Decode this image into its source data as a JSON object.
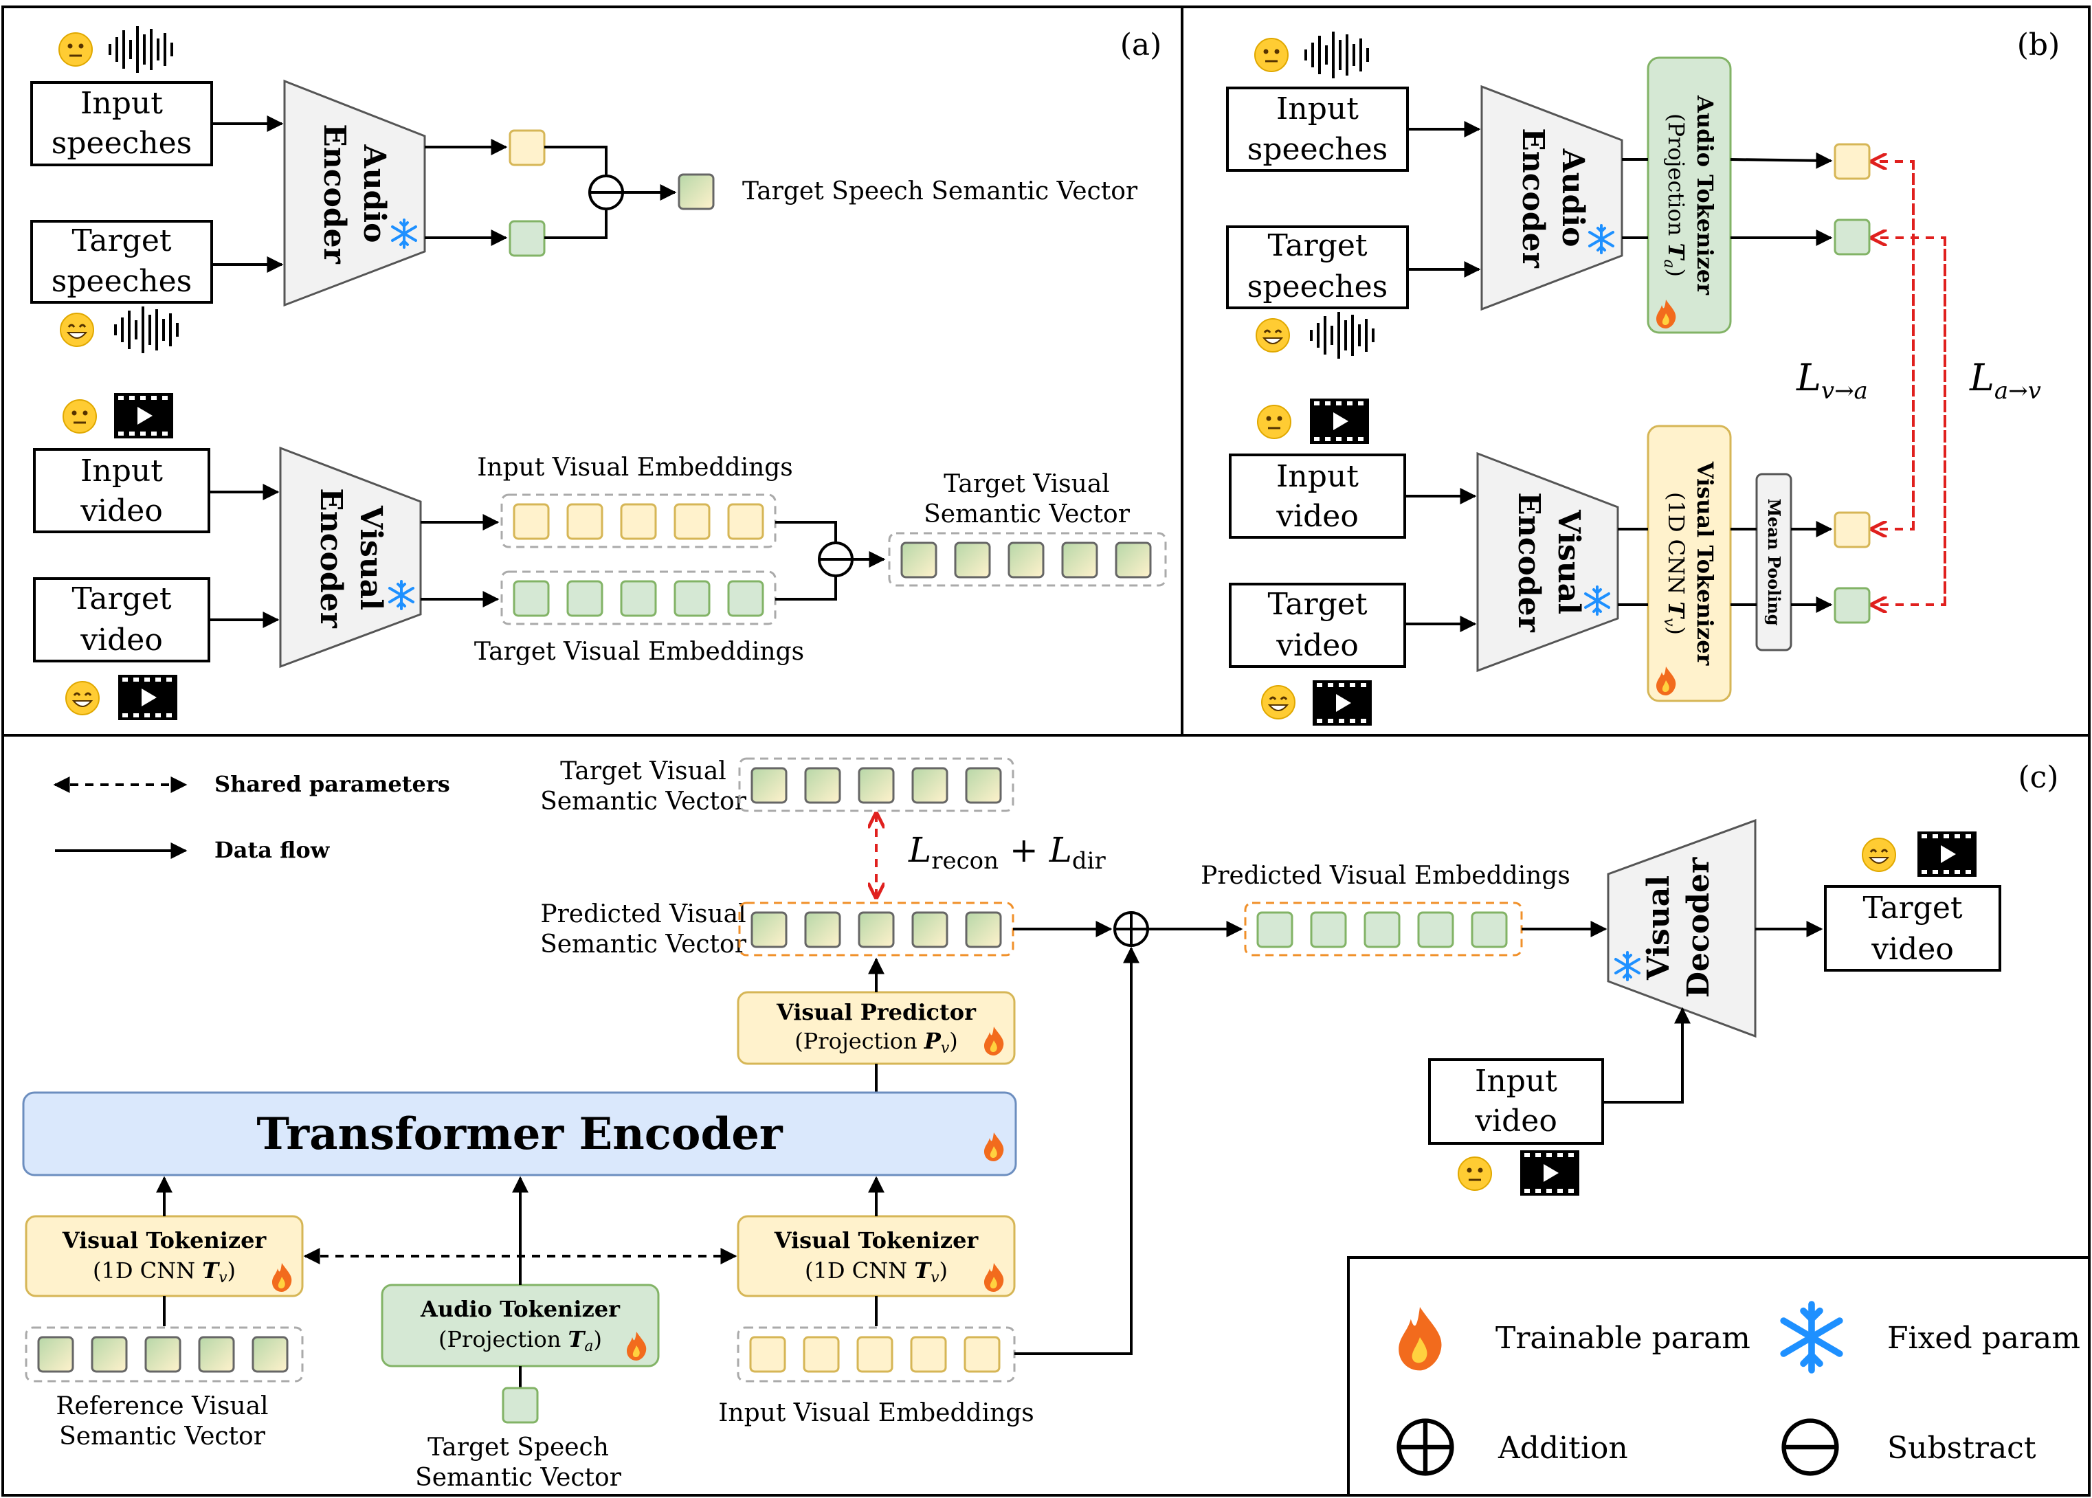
{
  "panels": {
    "a": "(a)",
    "b": "(b)",
    "c": "(c)"
  },
  "labels": {
    "input_speeches": [
      "Input",
      "speeches"
    ],
    "target_speeches": [
      "Target",
      "speeches"
    ],
    "input_video": [
      "Input",
      "video"
    ],
    "target_video": [
      "Target",
      "video"
    ],
    "audio_encoder": [
      "Audio",
      "Encoder"
    ],
    "visual_encoder": [
      "Visual",
      "Encoder"
    ],
    "visual_decoder": [
      "Visual",
      "Decoder"
    ],
    "target_speech_semantic_vector": "Target Speech Semantic Vector",
    "target_speech_semantic_vector_2": [
      "Target Speech",
      "Semantic Vector"
    ],
    "input_visual_embeddings": "Input Visual Embeddings",
    "target_visual_embeddings": "Target Visual Embeddings",
    "target_visual_semantic_vector": [
      "Target Visual",
      "Semantic Vector"
    ],
    "predicted_visual_semantic_vector": [
      "Predicted Visual",
      "Semantic Vector"
    ],
    "predicted_visual_embeddings": "Predicted Visual Embeddings",
    "reference_visual_semantic_vector": [
      "Reference Visual",
      "Semantic Vector"
    ],
    "audio_tokenizer": "Audio Tokenizer",
    "audio_tokenizer_sub_prefix": "(Projection ",
    "audio_tokenizer_sub_var": "T",
    "audio_tokenizer_sub_idx": "a",
    "visual_tokenizer": "Visual Tokenizer",
    "visual_tokenizer_sub_prefix": "(1D CNN ",
    "visual_tokenizer_sub_var": "T",
    "visual_tokenizer_sub_idx": "v",
    "mean_pooling": "Mean Pooling",
    "visual_predictor": "Visual Predictor",
    "visual_predictor_sub_prefix": "(Projection ",
    "visual_predictor_sub_var": "P",
    "visual_predictor_sub_idx": "v",
    "transformer_encoder": "Transformer Encoder",
    "shared_parameters": "Shared parameters",
    "data_flow": "Data flow",
    "loss_v_a": {
      "L": "L",
      "sub": "v→a"
    },
    "loss_a_v": {
      "L": "L",
      "sub": "a→v"
    },
    "loss_recon": {
      "L1": "L",
      "sub1": "recon",
      "plus": " + ",
      "L2": "L",
      "sub2": "dir"
    },
    "close_paren": ")"
  },
  "legend": {
    "trainable": "Trainable param",
    "fixed": "Fixed param",
    "addition": "Addition",
    "subtract": "Substract"
  },
  "icons": {
    "neutral_face": "😐",
    "happy_face": "😄",
    "fire": "fire-icon",
    "snowflake": "❄",
    "waveform": "waveform-icon",
    "film": "film-icon"
  },
  "colors": {
    "yellow_fill": "#fff2cc",
    "yellow_stroke": "#d6b656",
    "green_fill": "#d5e8d4",
    "green_stroke": "#82b366",
    "blue_fill": "#dae8fc",
    "blue_stroke": "#6c8ebf",
    "red_dashed": "#e0201e",
    "orange_dashed": "#f0902a",
    "snow_blue": "#1e90ff",
    "fire_orange": "#f26b1d"
  }
}
